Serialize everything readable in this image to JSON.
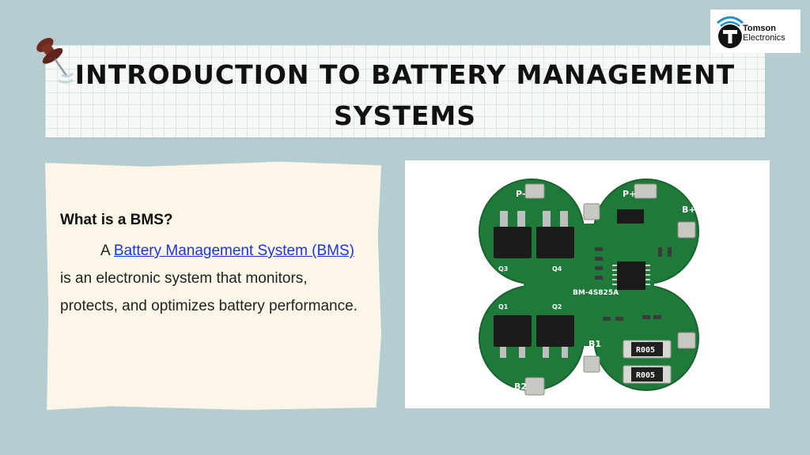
{
  "title": {
    "line1": "Introduction to Battery Management",
    "line2": "Systems"
  },
  "logo": {
    "brand": "Tomson",
    "sub": "Electronics",
    "icon": "tomson-logo-icon"
  },
  "pin_icon": "pushpin-icon",
  "content": {
    "heading": "What is a BMS?",
    "article": "A",
    "link_text": "Battery Management System (BMS)",
    "body": "is an electronic system that monitors, protects, and optimizes battery performance."
  },
  "photo": {
    "labels": {
      "p_minus": "P-",
      "p_plus": "P+",
      "b_plus": "B+",
      "b1": "B1",
      "b2": "B2",
      "board_id": "BM-4S825A",
      "resistor1": "R005",
      "resistor2": "R005",
      "q3": "Q3",
      "q4": "Q4",
      "q1": "Q1",
      "q2": "Q2"
    }
  },
  "colors": {
    "background": "#b5ccd0",
    "banner": "#f6f8f6",
    "note": "#fbf6e8",
    "link": "#1a35e8",
    "pcb_green": "#1f7a3a"
  }
}
